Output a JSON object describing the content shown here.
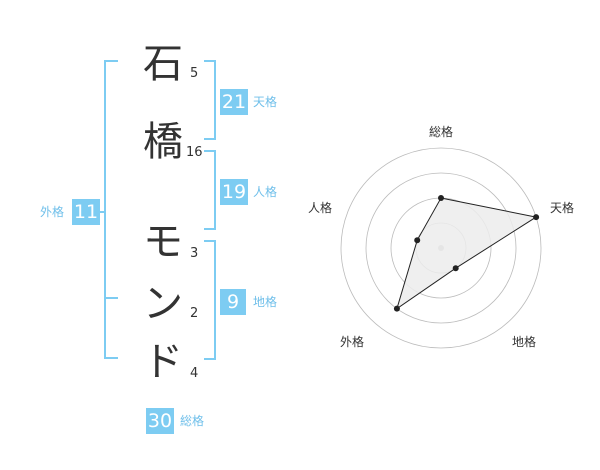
{
  "name": {
    "chars": [
      "石",
      "橋",
      "モ",
      "ン",
      "ド"
    ],
    "strokes": [
      "5",
      "16",
      "3",
      "2",
      "4"
    ]
  },
  "kaku": {
    "ten": {
      "value": "21",
      "label": "天格"
    },
    "jin": {
      "value": "19",
      "label": "人格"
    },
    "chi": {
      "value": "9",
      "label": "地格"
    },
    "gai": {
      "value": "11",
      "label": "外格"
    },
    "sou": {
      "value": "30",
      "label": "総格"
    }
  },
  "radar": {
    "axes": [
      "総格",
      "天格",
      "地格",
      "外格",
      "人格"
    ],
    "levels": 4,
    "max": 4,
    "values": [
      2,
      4,
      1,
      3,
      1
    ],
    "colors": {
      "fill": "#ececec",
      "line": "#222222",
      "grid": "#bbbbbb",
      "center": "#bbbbbb"
    }
  }
}
